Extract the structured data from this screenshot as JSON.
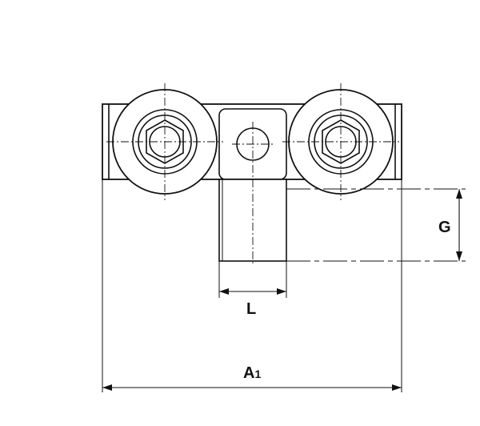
{
  "dimensions": {
    "width_label": "A",
    "width_label_sub": "1",
    "height_label": "G",
    "length_label": "L"
  },
  "colors": {
    "line": "#111111",
    "background": "#ffffff"
  }
}
